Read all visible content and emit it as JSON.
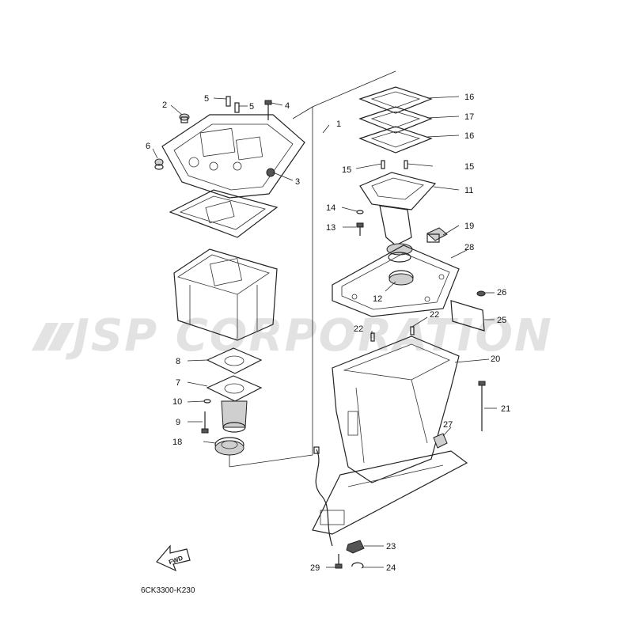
{
  "watermark": {
    "text": "JSP CORPORATION",
    "color": "#d9d9d9"
  },
  "diagram_code": "6CK3300-K230",
  "fwd_arrow": {
    "label": "FWD",
    "icon": "fwd-arrow-icon"
  },
  "callouts": {
    "c1": "1",
    "c2": "2",
    "c3": "3",
    "c4": "4",
    "c5a": "5",
    "c5b": "5",
    "c6": "6",
    "c7": "7",
    "c8": "8",
    "c9": "9",
    "c10": "10",
    "c11": "11",
    "c12": "12",
    "c13": "13",
    "c14": "14",
    "c15a": "15",
    "c15b": "15",
    "c16a": "16",
    "c16b": "16",
    "c17": "17",
    "c18": "18",
    "c19": "19",
    "c20": "20",
    "c21": "21",
    "c22a": "22",
    "c22b": "22",
    "c23": "23",
    "c24": "24",
    "c25": "25",
    "c26": "26",
    "c27": "27",
    "c28": "28",
    "c29": "29"
  }
}
